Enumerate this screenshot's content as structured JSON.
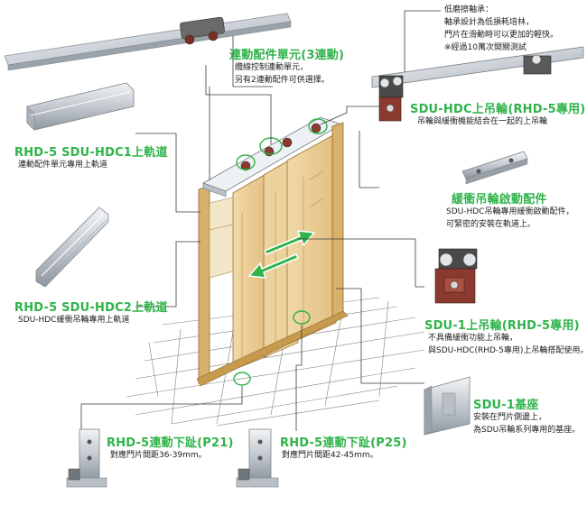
{
  "labels": {
    "linkage_unit": {
      "title": "連動配件單元(3連動)",
      "lines": [
        "纜線控制連動單元，",
        "另有2連動配件可供選擇。"
      ]
    },
    "low_friction": {
      "lines": [
        "低磨擦軸承：",
        "軸承設計為低損耗培林，",
        "門片在滑動時可以更加的輕快。",
        "※經過10萬次開關測試"
      ]
    },
    "sdu_hdc_roller": {
      "title": "SDU-HDC上吊輪(RHD-5專用)",
      "lines": [
        "吊輪與緩衝機能結合在一起的上吊輪"
      ]
    },
    "rail_hdc1": {
      "title": "RHD-5 SDU-HDC1上軌道",
      "lines": [
        "連動配件單元專用上軌道"
      ]
    },
    "buffer_actuator": {
      "title": "緩衝吊輪啟動配件",
      "lines": [
        "SDU-HDC吊輪專用緩衝啟動配件，",
        "可緊密的安裝在軌道上。"
      ]
    },
    "rail_hdc2": {
      "title": "RHD-5 SDU-HDC2上軌道",
      "lines": [
        "SDU-HDC緩衝吊輪專用上軌道"
      ]
    },
    "sdu1_roller": {
      "title": "SDU-1上吊輪(RHD-5專用)",
      "lines": [
        "不具備緩衝功能上吊輪，",
        "與SDU-HDC(RHD-5專用)上吊輪搭配使用。"
      ]
    },
    "sdu1_base": {
      "title": "SDU-1基座",
      "lines": [
        "安裝在門片側邊上，",
        "為SDU吊輪系列專用的基座。"
      ]
    },
    "guide_p21": {
      "title": "RHD-5連動下趾(P21)",
      "lines": [
        "對應門片間距36-39mm。"
      ]
    },
    "guide_p25": {
      "title": "RHD-5連動下趾(P25)",
      "lines": [
        "對應門片間距42-45mm。"
      ]
    }
  },
  "colors": {
    "accent": "#2fb34a",
    "leader": "#3a3a3a",
    "wood": "#e7c98f",
    "wood_dark": "#c79a4e",
    "metal": "#c9ced3",
    "roller_red": "#8a3a2e"
  }
}
